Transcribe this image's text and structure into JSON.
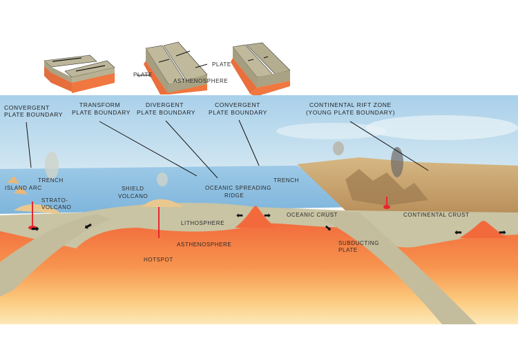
{
  "inset_blocks": {
    "plate_left": "PLATE",
    "plate_right": "PLATE",
    "asthenosphere": "ASTHENOSPHERE"
  },
  "callouts": {
    "convergent_left": [
      "CONVERGENT",
      "PLATE BOUNDARY"
    ],
    "transform": [
      "TRANSFORM",
      "PLATE BOUNDARY"
    ],
    "divergent": [
      "DIVERGENT",
      "PLATE BOUNDARY"
    ],
    "convergent_right": [
      "CONVERGENT",
      "PLATE BOUNDARY"
    ],
    "rift": [
      "CONTINENTAL RIFT ZONE",
      "(YOUNG PLATE BOUNDARY)"
    ]
  },
  "labels": {
    "trench_left": "TRENCH",
    "island_arc": "ISLAND ARC",
    "stratovolcano": [
      "STRATO-",
      "VOLCANO"
    ],
    "shield_volcano": [
      "SHIELD",
      "VOLCANO"
    ],
    "spreading_ridge": [
      "OCEANIC SPREADING",
      "RIDGE"
    ],
    "trench_right": "TRENCH",
    "oceanic_crust": "OCEANIC CRUST",
    "continental_crust": "CONTINENTAL CRUST",
    "lithosphere": "LITHOSPHERE",
    "asthenosphere": "ASTHENOSPHERE",
    "hotspot": "HOTSPOT",
    "subducting_plate": [
      "SUBDUCTING",
      "PLATE"
    ]
  },
  "colors": {
    "sky": "#b9d9ec",
    "ocean": "#8fc0e0",
    "land": "#c9a670",
    "lithosphere": "#c9c4a4",
    "asthenosphere": "#f27a45",
    "deep_mantle": "#fbd38a",
    "magma": "#e8262e"
  }
}
